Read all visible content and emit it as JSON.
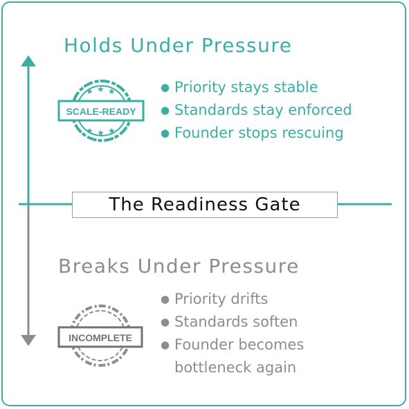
{
  "top": {
    "heading": "Holds Under Pressure",
    "stamp": "SCALE-READY",
    "bullets": [
      "Priority stays stable",
      "Standards stay enforced",
      "Founder stops rescuing"
    ]
  },
  "gate": {
    "label": "The Readiness Gate"
  },
  "bottom": {
    "heading": "Breaks Under Pressure",
    "stamp": "INCOMPLETE",
    "bullets": [
      "Priority drifts",
      "Standards soften",
      "Founder becomes bottleneck again"
    ]
  },
  "colors": {
    "teal": "#3aaea3",
    "gray": "#8a8d94",
    "text": "#111111"
  }
}
